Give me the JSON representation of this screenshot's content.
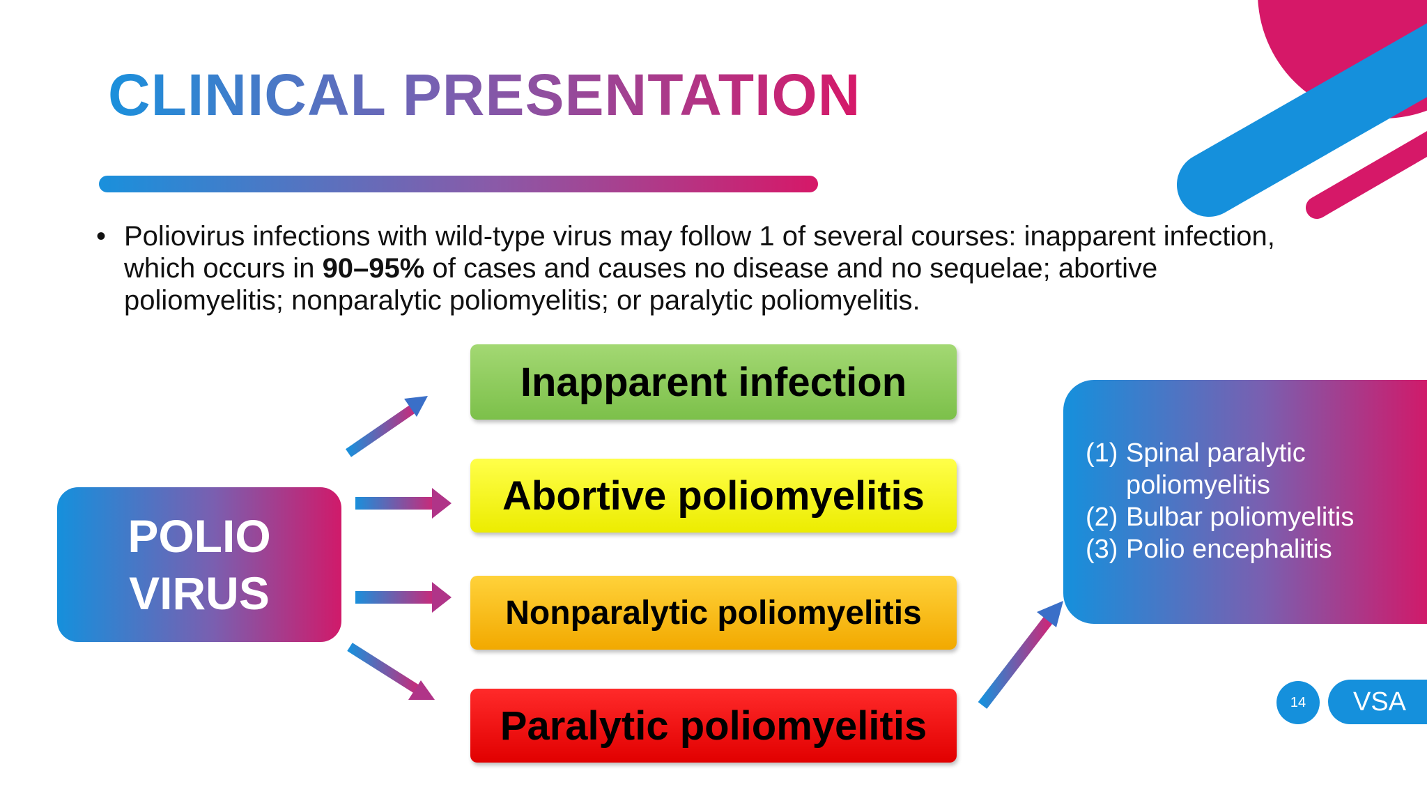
{
  "slide": {
    "title": "CLINICAL PRESENTATION",
    "bullet": {
      "before": "Poliovirus infections with wild-type virus may follow 1 of several courses: inapparent infection, which occurs in ",
      "bold": "90–95%",
      "after": " of cases and causes no disease and no sequelae; abortive poliomyelitis; nonparalytic poliomyelitis; or paralytic poliomyelitis."
    },
    "source_box": {
      "line1": "POLIO",
      "line2": "VIRUS"
    },
    "outcomes": [
      {
        "label": "Inapparent infection",
        "color": "#8cc84b"
      },
      {
        "label": "Abortive poliomyelitis",
        "color": "#ffff00"
      },
      {
        "label": "Nonparalytic poliomyelitis",
        "color": "#ffc000"
      },
      {
        "label": "Paralytic poliomyelitis",
        "color": "#ff0000"
      }
    ],
    "paralytic_types": [
      {
        "num": "(1)",
        "text": "Spinal paralytic poliomyelitis"
      },
      {
        "num": "(2)",
        "text": "Bulbar poliomyelitis"
      },
      {
        "num": "(3)",
        "text": "Polio encephalitis"
      }
    ],
    "page_number": "14",
    "brand": "VSA"
  },
  "colors": {
    "accent_blue": "#1590dc",
    "accent_magenta": "#d61868"
  }
}
